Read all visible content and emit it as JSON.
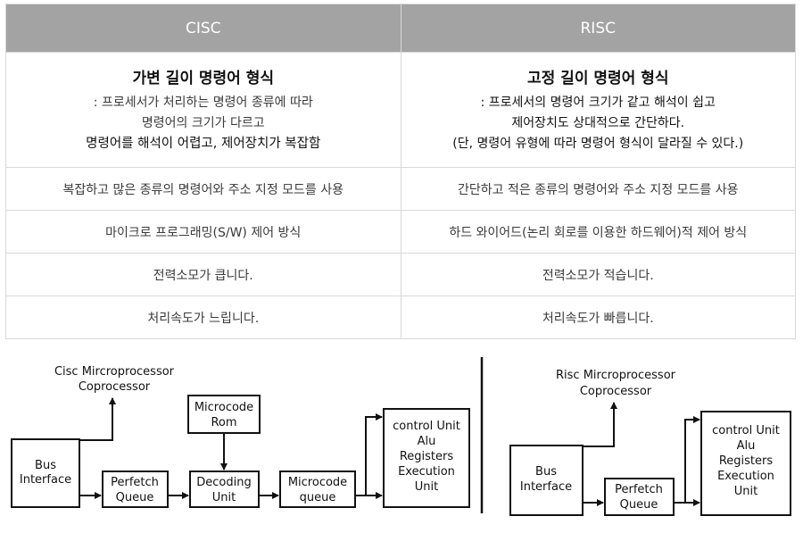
{
  "table": {
    "headers": [
      "CISC",
      "RISC"
    ],
    "detail": {
      "cisc": {
        "heading": "가변 길이 명령어 형식",
        "lines": [
          ": 프로세서가 처리하는 명령어 종류에 따라",
          "명령어의 크기가 다르고",
          "명령어를 해석이 어렵고, 제어장치가 복잡함"
        ]
      },
      "risc": {
        "heading": "고정 길이 명령어 형식",
        "lines": [
          ": 프로세서의 명령어 크기가 같고 해석이 쉽고",
          "제어장치도 상대적으로 간단하다.",
          "(단, 명령어 유형에 따라 명령어 형식이 달라질 수 있다.)"
        ]
      }
    },
    "rows": [
      {
        "cisc": "복잡하고 많은 종류의 명령어와 주소 지정 모드를 사용",
        "risc": "간단하고 적은 종류의 명령어와 주소 지정 모드를 사용"
      },
      {
        "cisc": "마이크로 프로그래밍(S/W) 제어 방식",
        "risc": "하드 와이어드(논리 회로를 이용한 하드웨어)적 제어 방식"
      },
      {
        "cisc": "전력소모가 큽니다.",
        "risc": "전력소모가 적습니다."
      },
      {
        "cisc": "처리속도가 느립니다.",
        "risc": "처리속도가 빠릅니다."
      }
    ]
  },
  "cisc_diagram": {
    "coprocessor_label": [
      "Cisc Mircroprocessor",
      "Coprocessor"
    ],
    "bus_interface": [
      "Bus",
      "Interface"
    ],
    "prefetch_queue": [
      "Perfetch",
      "Queue"
    ],
    "microcode_rom": [
      "Microcode",
      "Rom"
    ],
    "decoding_unit": [
      "Decoding",
      "Unit"
    ],
    "microcode_queue": [
      "Microcode",
      "queue"
    ],
    "control_block": [
      "control Unit",
      "Alu",
      "Registers",
      "Execution",
      "Unit"
    ]
  },
  "risc_diagram": {
    "coprocessor_label": [
      "Risc Mircroprocessor",
      "Coprocessor"
    ],
    "bus_interface": [
      "Bus",
      "Interface"
    ],
    "prefetch_queue": [
      "Perfetch",
      "Queue"
    ],
    "control_block": [
      "control Unit",
      "Alu",
      "Registers",
      "Execution",
      "Unit"
    ]
  }
}
